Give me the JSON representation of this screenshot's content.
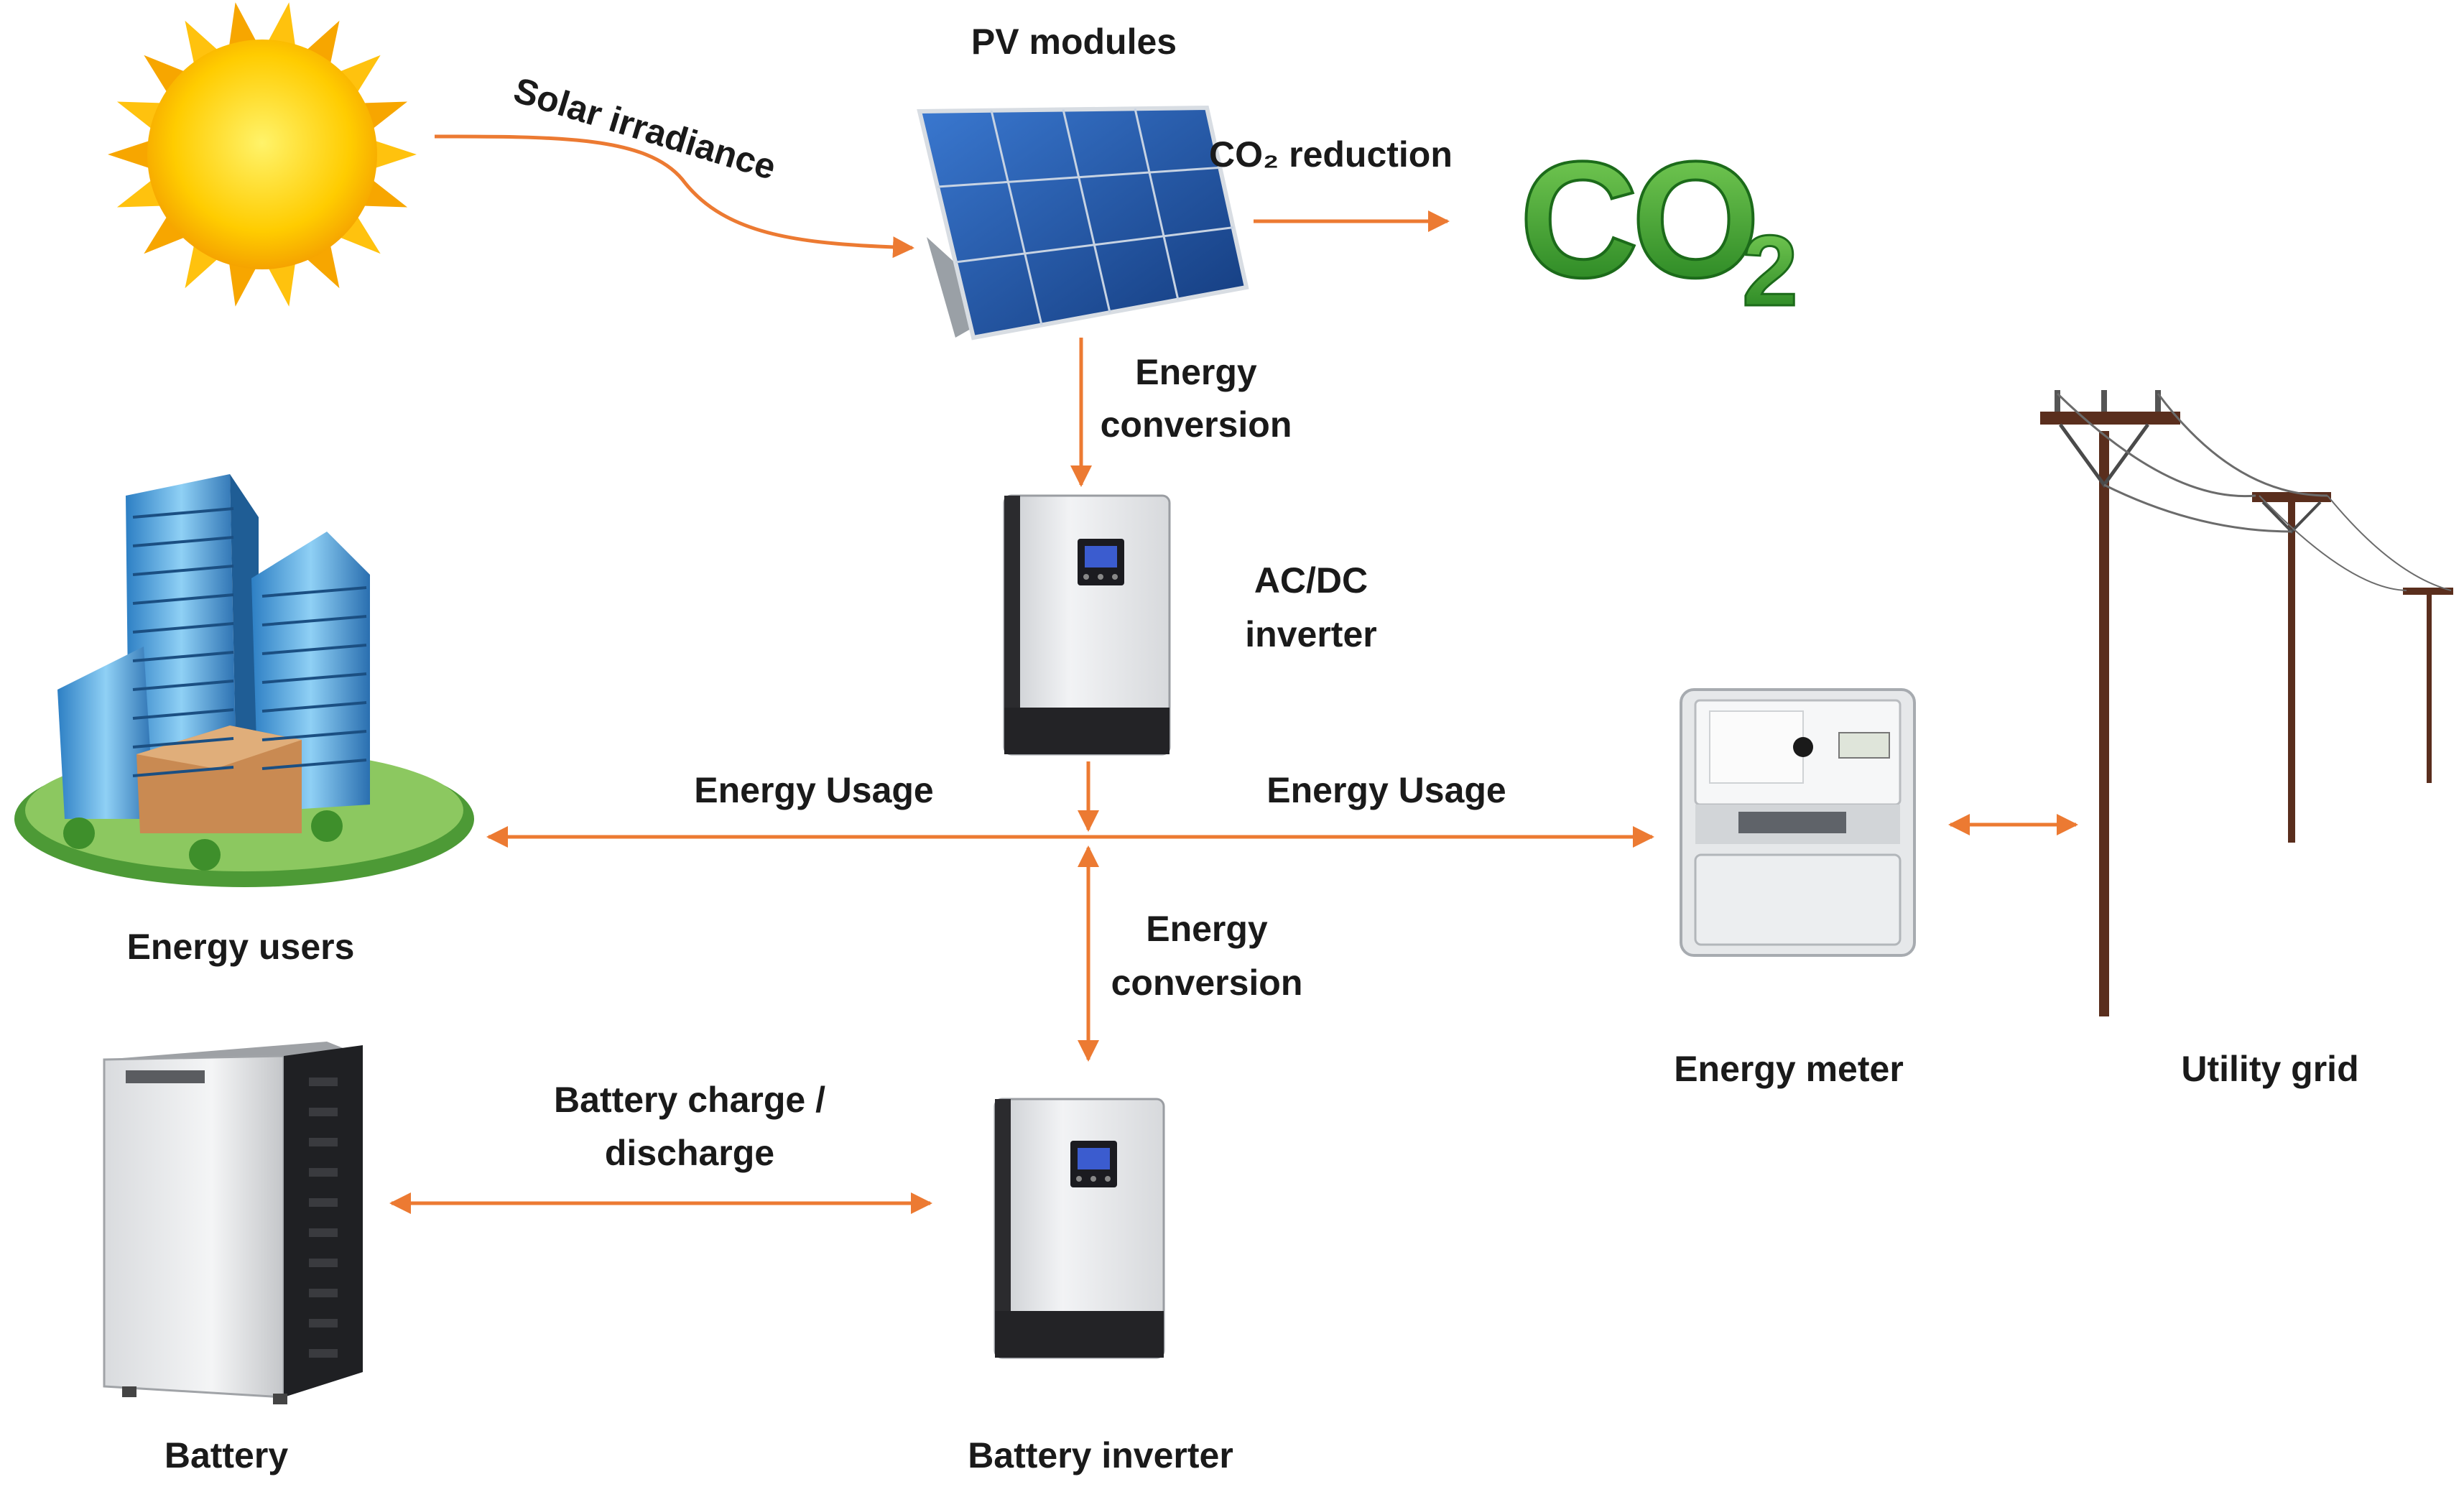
{
  "labels": {
    "solar_irradiance": "Solar irradiance",
    "pv_modules": "PV modules",
    "co2_reduction": "CO₂ reduction",
    "co2_logo": "CO2",
    "energy_conversion_1_line1": "Energy",
    "energy_conversion_1_line2": "conversion",
    "acdc_inverter_line1": "AC/DC",
    "acdc_inverter_line2": "inverter",
    "energy_usage_left": "Energy Usage",
    "energy_usage_right": "Energy Usage",
    "energy_users": "Energy users",
    "energy_conversion_2_line1": "Energy",
    "energy_conversion_2_line2": "conversion",
    "energy_meter": "Energy meter",
    "utility_grid": "Utility grid",
    "battery_charge_line1": "Battery charge /",
    "battery_charge_line2": "discharge",
    "battery": "Battery",
    "battery_inverter": "Battery inverter"
  },
  "colors": {
    "arrow": "#ec7a32",
    "text": "#1a1a1a",
    "co2_green": "#3fa535",
    "panel_blue": "#1f4e9a",
    "sun_yellow": "#ffcc00",
    "sun_orange": "#f39200"
  },
  "icons": {
    "sun": "sun-icon",
    "pv_panel": "solar-panel-icon",
    "co2": "co2-logo",
    "inverter": "inverter-icon",
    "buildings": "office-buildings-icon",
    "meter": "energy-meter-icon",
    "grid": "utility-poles-icon",
    "battery": "battery-cabinet-icon"
  }
}
